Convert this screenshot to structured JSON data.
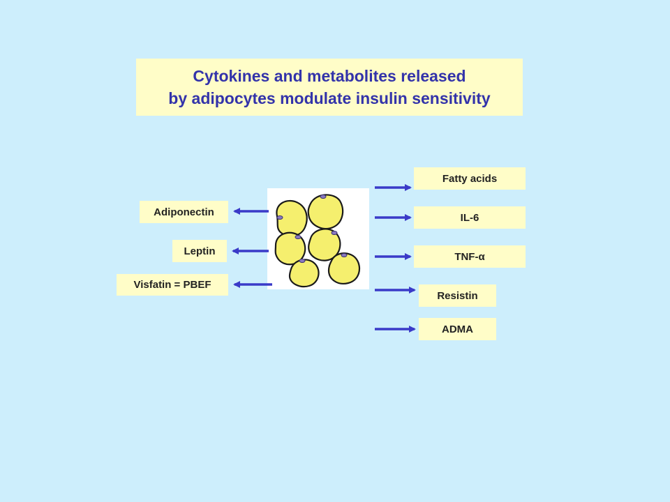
{
  "title": {
    "line1": "Cytokines and metabolites released",
    "line2": "by adipocytes modulate insulin sensitivity"
  },
  "left_labels": {
    "adiponectin": "Adiponectin",
    "leptin": "Leptin",
    "visfatin": "Visfatin = PBEF"
  },
  "right_labels": {
    "fatty_acids": "Fatty acids",
    "il6": "IL-6",
    "tnf": "TNF-α",
    "resistin": "Resistin",
    "adma": "ADMA"
  },
  "colors": {
    "background": "#cdeefc",
    "label_fill": "#fffdc8",
    "title_text": "#3333aa",
    "arrow": "#3a3ac8",
    "cell_fill": "#f5ef6e",
    "cell_outline": "#1a1a1a"
  }
}
